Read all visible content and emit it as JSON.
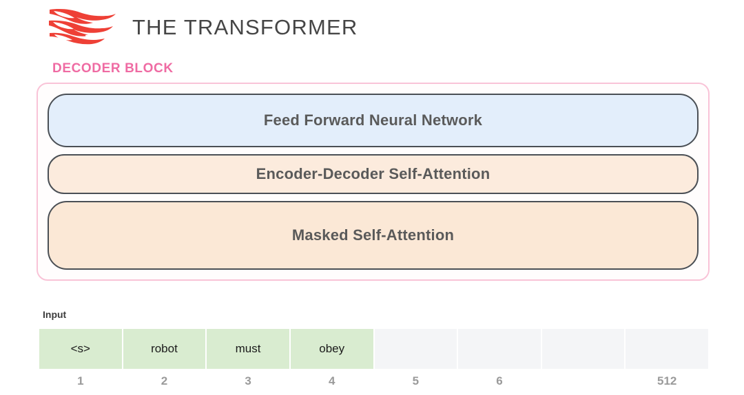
{
  "header": {
    "logo_icon": "flame-logo-icon",
    "logo_color": "#ee4036",
    "title": "THE TRANSFORMER"
  },
  "decoder": {
    "section_label": "DECODER BLOCK",
    "border_color": "#f9c3d7",
    "label_color": "#ef6ba3",
    "layers": [
      {
        "label": "Feed Forward Neural Network",
        "color": "#e3eefb"
      },
      {
        "label": "Encoder-Decoder Self-Attention",
        "color": "#fcebdd"
      },
      {
        "label": "Masked Self-Attention",
        "color": "#fbe8d6"
      }
    ]
  },
  "input": {
    "label": "Input",
    "filled_color": "#d9ecd0",
    "empty_color": "#f4f5f7",
    "tokens": [
      "<s>",
      "robot",
      "must",
      "obey",
      "",
      "",
      "",
      ""
    ],
    "indices": [
      "1",
      "2",
      "3",
      "4",
      "5",
      "6",
      "",
      "512"
    ]
  }
}
